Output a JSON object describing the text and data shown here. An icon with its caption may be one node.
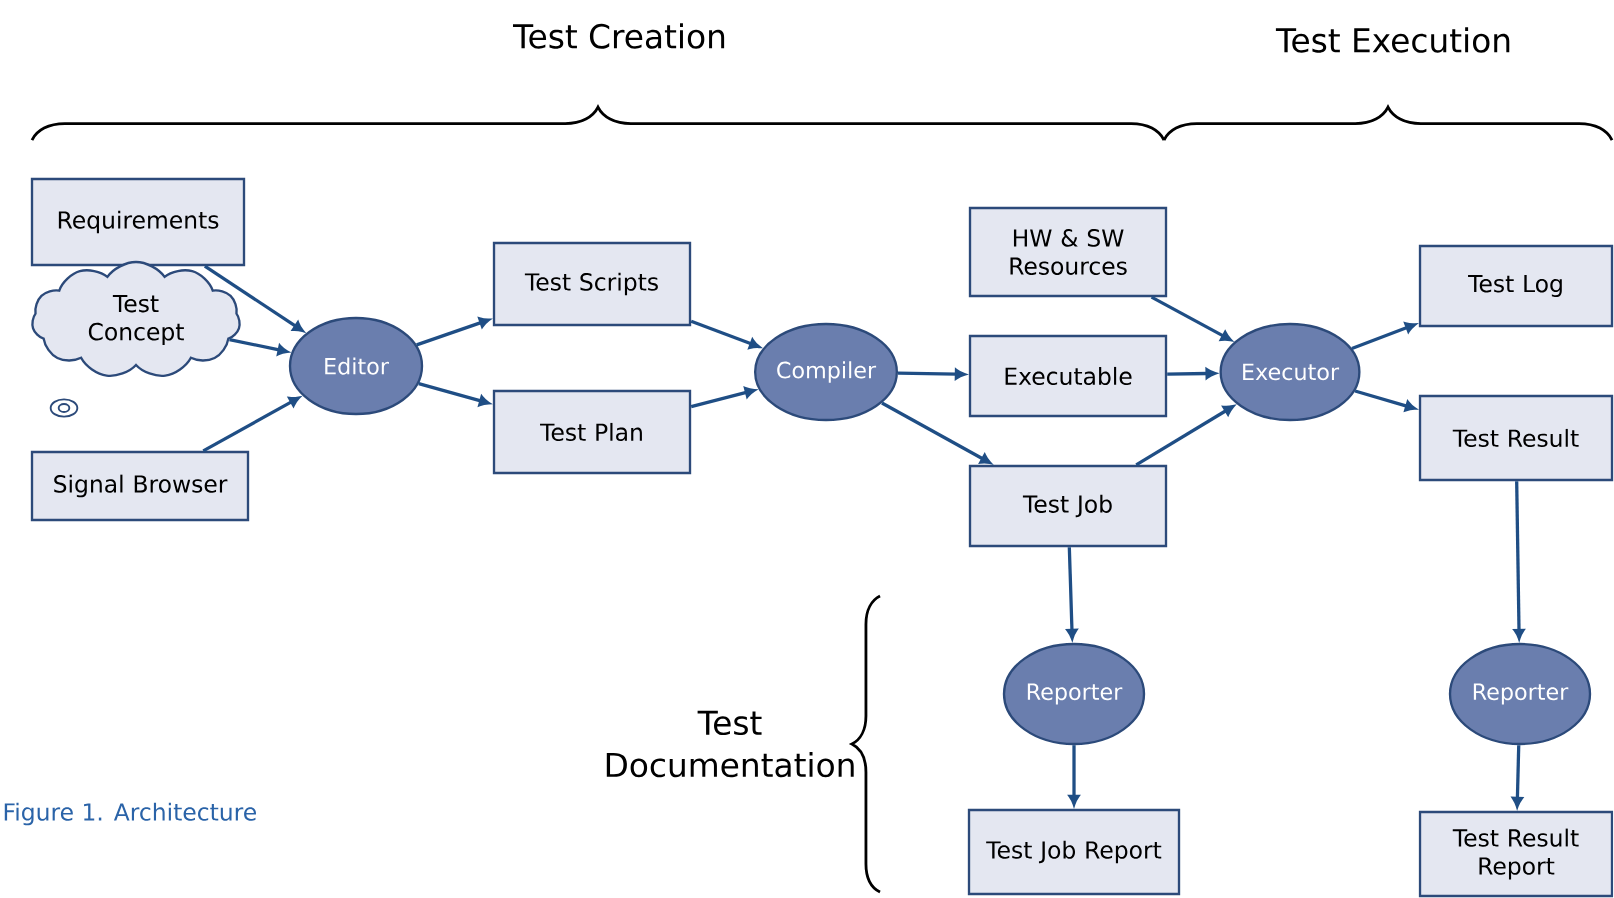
{
  "diagram": {
    "caption": "Figure 1. Architecture",
    "nodes": [
      {
        "text": [
          "Requirements"
        ]
      },
      {
        "text": [
          "Test Concept"
        ]
      },
      {
        "text": [
          "Signal Browser"
        ]
      },
      {
        "text": [
          "Editor"
        ]
      },
      {
        "text": [
          "Test Scripts"
        ]
      },
      {
        "text": [
          "Test Plan"
        ]
      },
      {
        "text": [
          "Compiler"
        ]
      },
      {
        "text": [
          "HW & SW Resources"
        ]
      },
      {
        "text": [
          "Executable"
        ]
      },
      {
        "text": [
          "Test Job"
        ]
      },
      {
        "text": [
          "Executor"
        ]
      },
      {
        "text": [
          "Test Log"
        ]
      },
      {
        "text": [
          "Test Result"
        ]
      },
      {
        "text": [
          "Reporter"
        ]
      },
      {
        "text": [
          "Test Job Report"
        ]
      },
      {
        "text": [
          "Reporter"
        ]
      },
      {
        "text": [
          "Test Result Report"
        ]
      }
    ],
    "edges": [
      {
        "from": 0,
        "to": 3,
        "arrow": "to"
      },
      {
        "from": 1,
        "to": 3,
        "arrow": "to"
      },
      {
        "from": 2,
        "to": 3,
        "arrow": "to"
      },
      {
        "from": 3,
        "to": 4,
        "arrow": "to"
      },
      {
        "from": 3,
        "to": 5,
        "arrow": "to"
      },
      {
        "from": 4,
        "to": 6,
        "arrow": "to"
      },
      {
        "from": 5,
        "to": 6,
        "arrow": "to"
      },
      {
        "from": 6,
        "to": 8,
        "arrow": "to"
      },
      {
        "from": 6,
        "to": 9,
        "arrow": "to"
      },
      {
        "from": 7,
        "to": 10,
        "arrow": "to"
      },
      {
        "from": 8,
        "to": 10,
        "arrow": "to"
      },
      {
        "from": 9,
        "to": 10,
        "arrow": "to"
      },
      {
        "from": 10,
        "to": 11,
        "arrow": "to"
      },
      {
        "from": 10,
        "to": 12,
        "arrow": "to"
      },
      {
        "from": 9,
        "to": 13,
        "arrow": "to"
      },
      {
        "from": 13,
        "to": 14,
        "arrow": "to"
      },
      {
        "from": 12,
        "to": 15,
        "arrow": "to"
      },
      {
        "from": 15,
        "to": 16,
        "arrow": "to"
      }
    ],
    "labels": [
      "Test Creation",
      "Test Execution",
      "Test Documentation"
    ]
  }
}
